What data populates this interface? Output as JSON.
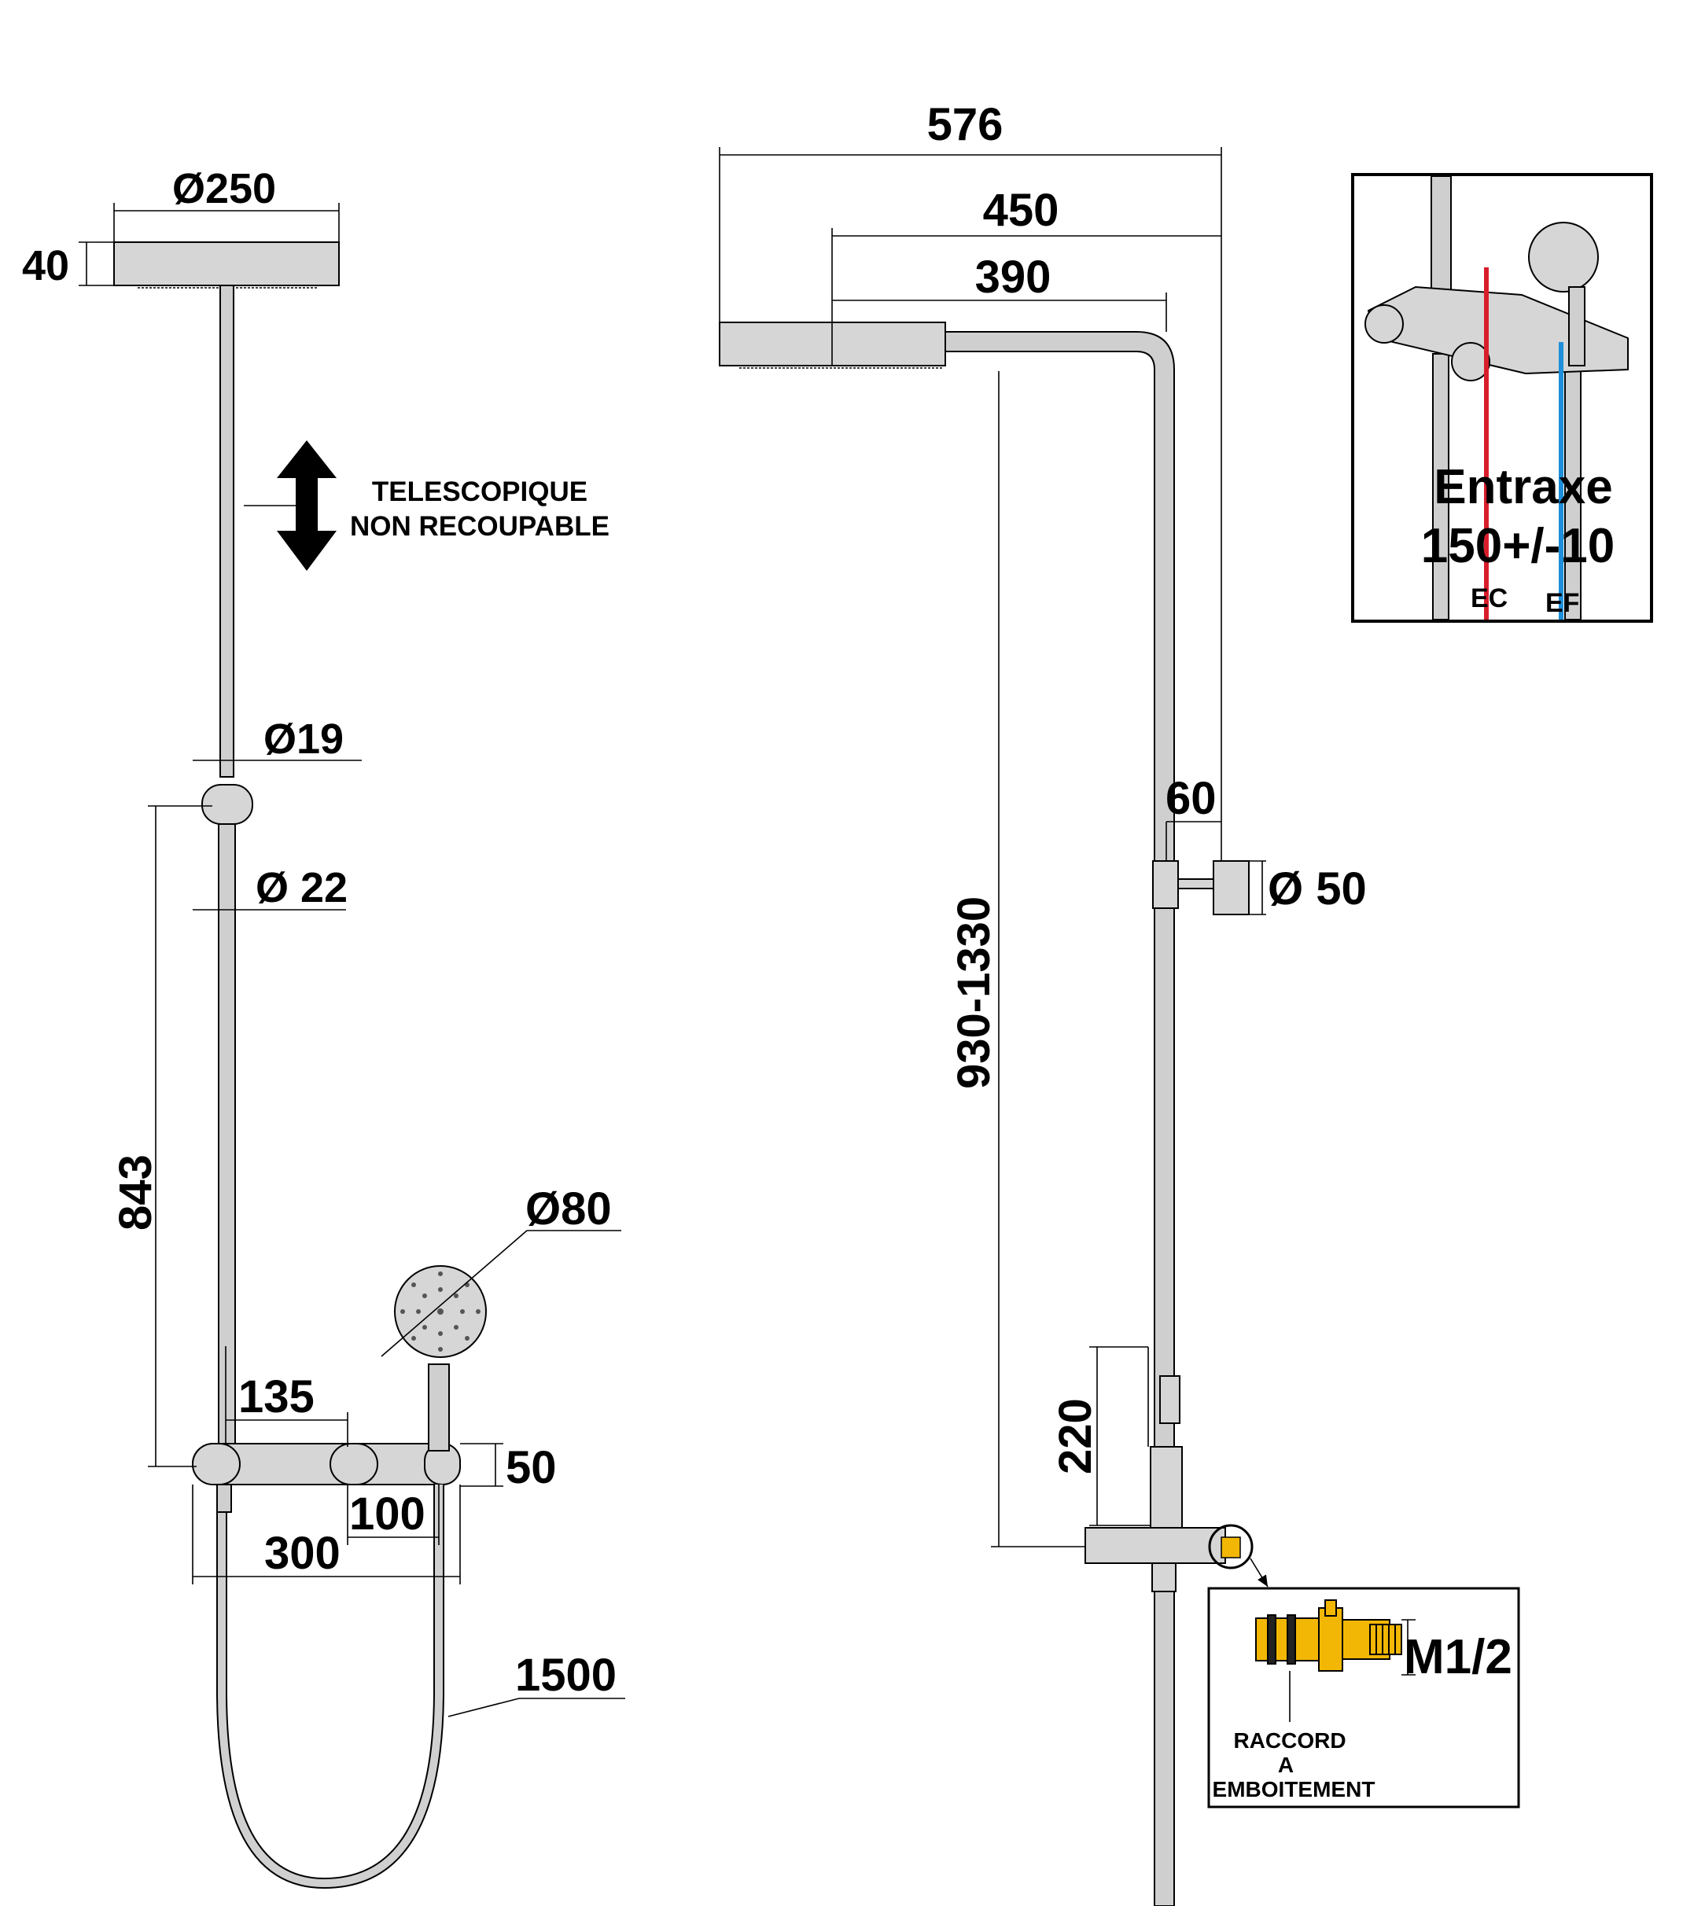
{
  "left_view": {
    "head_diameter": "Ø250",
    "head_height": "40",
    "telescopic_line1": "TELESCOPIQUE",
    "telescopic_line2": "NON RECOUPABLE",
    "upper_tube_diameter": "Ø19",
    "lower_tube_diameter": "Ø 22",
    "rail_height": "843",
    "hand_shower_diameter": "Ø80",
    "dim_135": "135",
    "dim_50": "50",
    "dim_100": "100",
    "dim_300": "300",
    "hose_length": "1500"
  },
  "right_view": {
    "dim_576": "576",
    "dim_450": "450",
    "dim_390": "390",
    "height_range": "930-1330",
    "dim_60": "60",
    "outlet_diameter": "Ø 50",
    "dim_220": "220"
  },
  "inset_top": {
    "title_line1": "Entraxe",
    "title_line2": "150+/-10",
    "hot_label": "EC",
    "cold_label": "EF",
    "hot_color": "#d81e2a",
    "cold_color": "#1e8fd8"
  },
  "inset_bottom": {
    "thread": "M1/2",
    "label_line1": "RACCORD",
    "label_line2": "A",
    "label_line3": "EMBOITEMENT",
    "fitting_color": "#f2b705"
  }
}
